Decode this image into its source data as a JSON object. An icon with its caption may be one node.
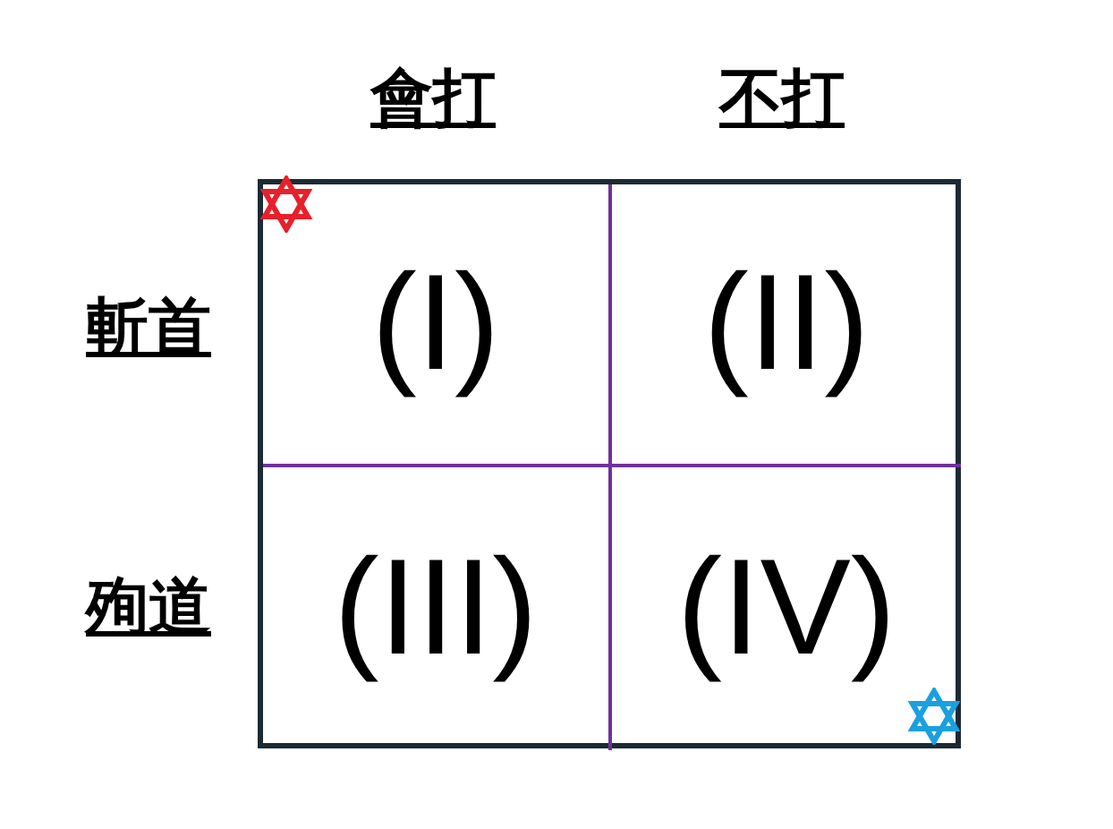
{
  "diagram": {
    "nodes": [
      {
        "text": [
          "(I)"
        ]
      },
      {
        "text": [
          "(II)"
        ]
      },
      {
        "text": [
          "(III)"
        ]
      },
      {
        "text": [
          "(IV)"
        ]
      }
    ],
    "labels": [
      "會打",
      "不打",
      "斬首",
      "殉道"
    ]
  }
}
